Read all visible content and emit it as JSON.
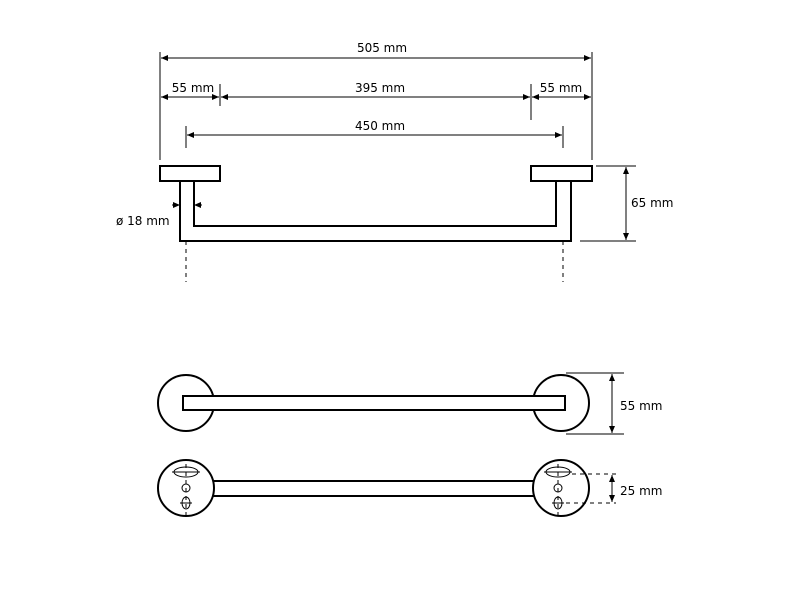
{
  "dimensions": {
    "overall_width": "505 mm",
    "left_offset": "55 mm",
    "middle_span": "395 mm",
    "right_offset": "55 mm",
    "bar_length": "450 mm",
    "tube_diameter": "ø 18 mm",
    "projection": "65 mm",
    "rosette_diameter": "55 mm",
    "hole_spacing": "25 mm"
  },
  "colors": {
    "ink": "#000000",
    "paper": "#ffffff"
  }
}
